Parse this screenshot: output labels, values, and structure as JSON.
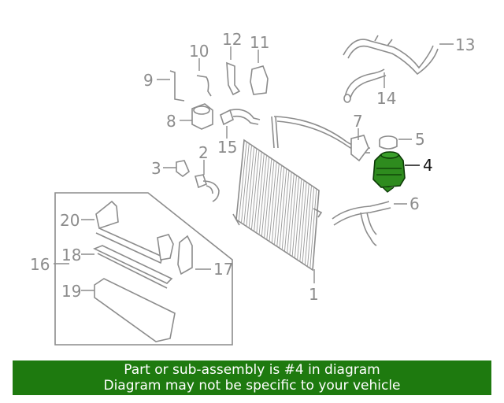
{
  "callouts": {
    "c1": "1",
    "c2": "2",
    "c3": "3",
    "c4": "4",
    "c5": "5",
    "c6": "6",
    "c7": "7",
    "c8": "8",
    "c9": "9",
    "c10": "10",
    "c11": "11",
    "c12": "12",
    "c13": "13",
    "c14": "14",
    "c15": "15",
    "c16": "16",
    "c17": "17",
    "c18": "18",
    "c19": "19",
    "c20": "20"
  },
  "highlighted_part": "4",
  "colors": {
    "line_art": "#8c8c8c",
    "highlight_part": "#2e8b1e",
    "banner_background": "#1e7a0f",
    "banner_text": "#ffffff"
  },
  "banner": {
    "line1": "Part or sub-assembly is #4 in diagram",
    "line2": "Diagram may not be specific to your vehicle"
  }
}
